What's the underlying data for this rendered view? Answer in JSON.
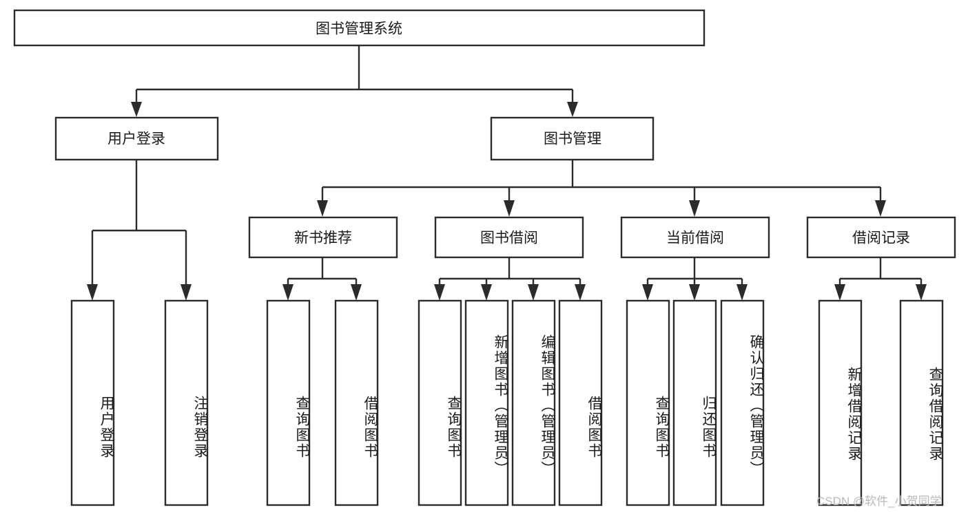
{
  "diagram": {
    "type": "tree-hierarchy",
    "title": "图书管理系统",
    "watermark": "CSDN @软件_小贺同学",
    "colors": {
      "stroke": "#2b2b2b",
      "fill": "#ffffff",
      "text": "#1a1a1a",
      "watermark": "#b9b9b9"
    },
    "levels": {
      "root": {
        "label": "图书管理系统"
      },
      "level2": [
        {
          "id": "user-login",
          "label": "用户登录"
        },
        {
          "id": "book-manage",
          "label": "图书管理"
        }
      ],
      "level3": [
        {
          "id": "new-book-rec",
          "label": "新书推荐"
        },
        {
          "id": "book-borrow",
          "label": "图书借阅"
        },
        {
          "id": "current-borrow",
          "label": "当前借阅"
        },
        {
          "id": "borrow-record",
          "label": "借阅记录"
        }
      ],
      "leaves": [
        {
          "id": "leaf-user-login",
          "label": "用户登录",
          "parent": "user-login"
        },
        {
          "id": "leaf-logout",
          "label": "注销登录",
          "parent": "user-login"
        },
        {
          "id": "leaf-query-book-1",
          "label": "查询图书",
          "parent": "new-book-rec"
        },
        {
          "id": "leaf-borrow-book-1",
          "label": "借阅图书",
          "parent": "new-book-rec"
        },
        {
          "id": "leaf-query-book-2",
          "label": "查询图书",
          "parent": "book-borrow"
        },
        {
          "id": "leaf-add-book",
          "label": "新增图书（管理员）",
          "parent": "book-borrow"
        },
        {
          "id": "leaf-edit-book",
          "label": "编辑图书（管理员）",
          "parent": "book-borrow"
        },
        {
          "id": "leaf-borrow-book-2",
          "label": "借阅图书",
          "parent": "book-borrow"
        },
        {
          "id": "leaf-query-book-3",
          "label": "查询图书",
          "parent": "current-borrow"
        },
        {
          "id": "leaf-return-book",
          "label": "归还图书",
          "parent": "current-borrow"
        },
        {
          "id": "leaf-confirm-return",
          "label": "确认归还（管理员）",
          "parent": "current-borrow"
        },
        {
          "id": "leaf-add-record",
          "label": "新增借阅记录",
          "parent": "borrow-record"
        },
        {
          "id": "leaf-query-record",
          "label": "查询借阅记录",
          "parent": "borrow-record"
        }
      ]
    }
  }
}
